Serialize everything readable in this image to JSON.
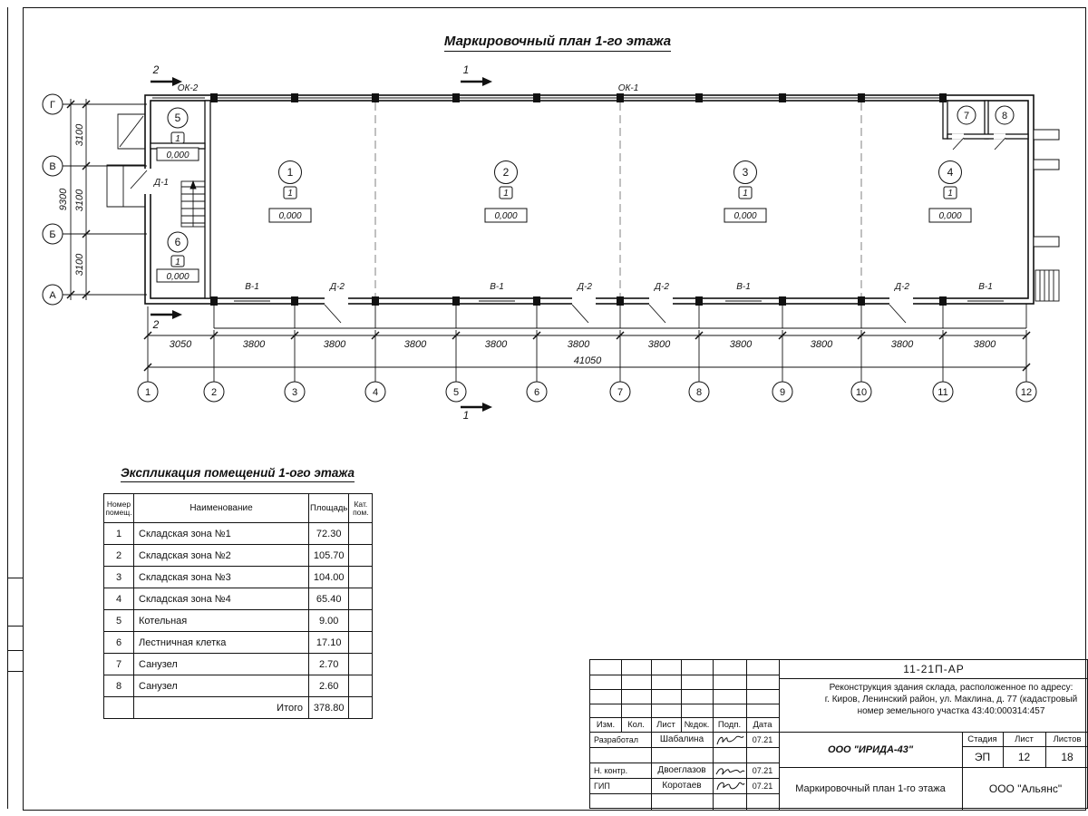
{
  "sheet": {
    "title": "Маркировочный план 1-го этажа"
  },
  "plan": {
    "rows": [
      "Г",
      "В",
      "Б",
      "А"
    ],
    "cols": [
      "1",
      "2",
      "3",
      "4",
      "5",
      "6",
      "7",
      "8",
      "9",
      "10",
      "11",
      "12"
    ],
    "dims_v": [
      "3100",
      "3100",
      "3100"
    ],
    "dim_v_total": "9300",
    "dims_h": [
      "3050",
      "3800",
      "3800",
      "3800",
      "3800",
      "3800",
      "3800",
      "3800",
      "3800",
      "3800",
      "3800"
    ],
    "dim_h_total": "41050",
    "sections": {
      "one": "1",
      "two": "2"
    },
    "labels": {
      "ok1": "ОК-1",
      "ok2": "ОК-2",
      "d1": "Д-1"
    },
    "openings": [
      "В-1",
      "Д-2",
      "В-1",
      "Д-2",
      "Д-2",
      "В-1",
      "Д-2",
      "В-1"
    ],
    "rooms": [
      {
        "num": "1",
        "cat": "1",
        "level": "0,000"
      },
      {
        "num": "2",
        "cat": "1",
        "level": "0,000"
      },
      {
        "num": "3",
        "cat": "1",
        "level": "0,000"
      },
      {
        "num": "4",
        "cat": "1",
        "level": "0,000"
      },
      {
        "num": "5",
        "cat": "1",
        "level": "0,000"
      },
      {
        "num": "6",
        "cat": "1",
        "level": "0,000"
      },
      {
        "num": "7"
      },
      {
        "num": "8"
      }
    ]
  },
  "explication": {
    "title": "Экспликация помещений 1-ого этажа",
    "headers": {
      "num1": "Номер",
      "num2": "помещ.",
      "name": "Наименование",
      "area": "Площадь",
      "cat1": "Кат.",
      "cat2": "пом."
    },
    "rows": [
      {
        "num": "1",
        "name": "Складская зона №1",
        "area": "72.30"
      },
      {
        "num": "2",
        "name": "Складская зона №2",
        "area": "105.70"
      },
      {
        "num": "3",
        "name": "Складская зона №3",
        "area": "104.00"
      },
      {
        "num": "4",
        "name": "Складская зона №4",
        "area": "65.40"
      },
      {
        "num": "5",
        "name": "Котельная",
        "area": "9.00"
      },
      {
        "num": "6",
        "name": "Лестничная клетка",
        "area": "17.10"
      },
      {
        "num": "7",
        "name": "Санузел",
        "area": "2.70"
      },
      {
        "num": "8",
        "name": "Санузел",
        "area": "2.60"
      }
    ],
    "total_label": "Итого",
    "total_value": "378.80"
  },
  "stamp": {
    "doc_code": "11-21П-АР",
    "project_line1": "Реконструкция здания склада, расположенное по адресу:",
    "project_line2": "г. Киров, Ленинский район, ул. Маклина, д. 77 (кадастровый",
    "project_line3": "номер земельного участка 43:40:000314:457",
    "header_cells": [
      "Изм.",
      "Кол.",
      "Лист",
      "№док.",
      "Подп.",
      "Дата"
    ],
    "roles": [
      {
        "role": "Разработал",
        "name": "Шабалина",
        "date": "07.21"
      },
      {
        "role": "Н. контр.",
        "name": "Двоеглазов",
        "date": "07.21"
      },
      {
        "role": "ГИП",
        "name": "Коротаев",
        "date": "07.21"
      }
    ],
    "org": "ООО \"ИРИДА-43\"",
    "drawing_title": "Маркировочный план 1-го этажа",
    "stage_label": "Стадия",
    "sheet_label": "Лист",
    "sheets_label": "Листов",
    "stage": "ЭП",
    "sheet_num": "12",
    "sheets_total": "18",
    "client": "ООО \"Альянс\""
  }
}
